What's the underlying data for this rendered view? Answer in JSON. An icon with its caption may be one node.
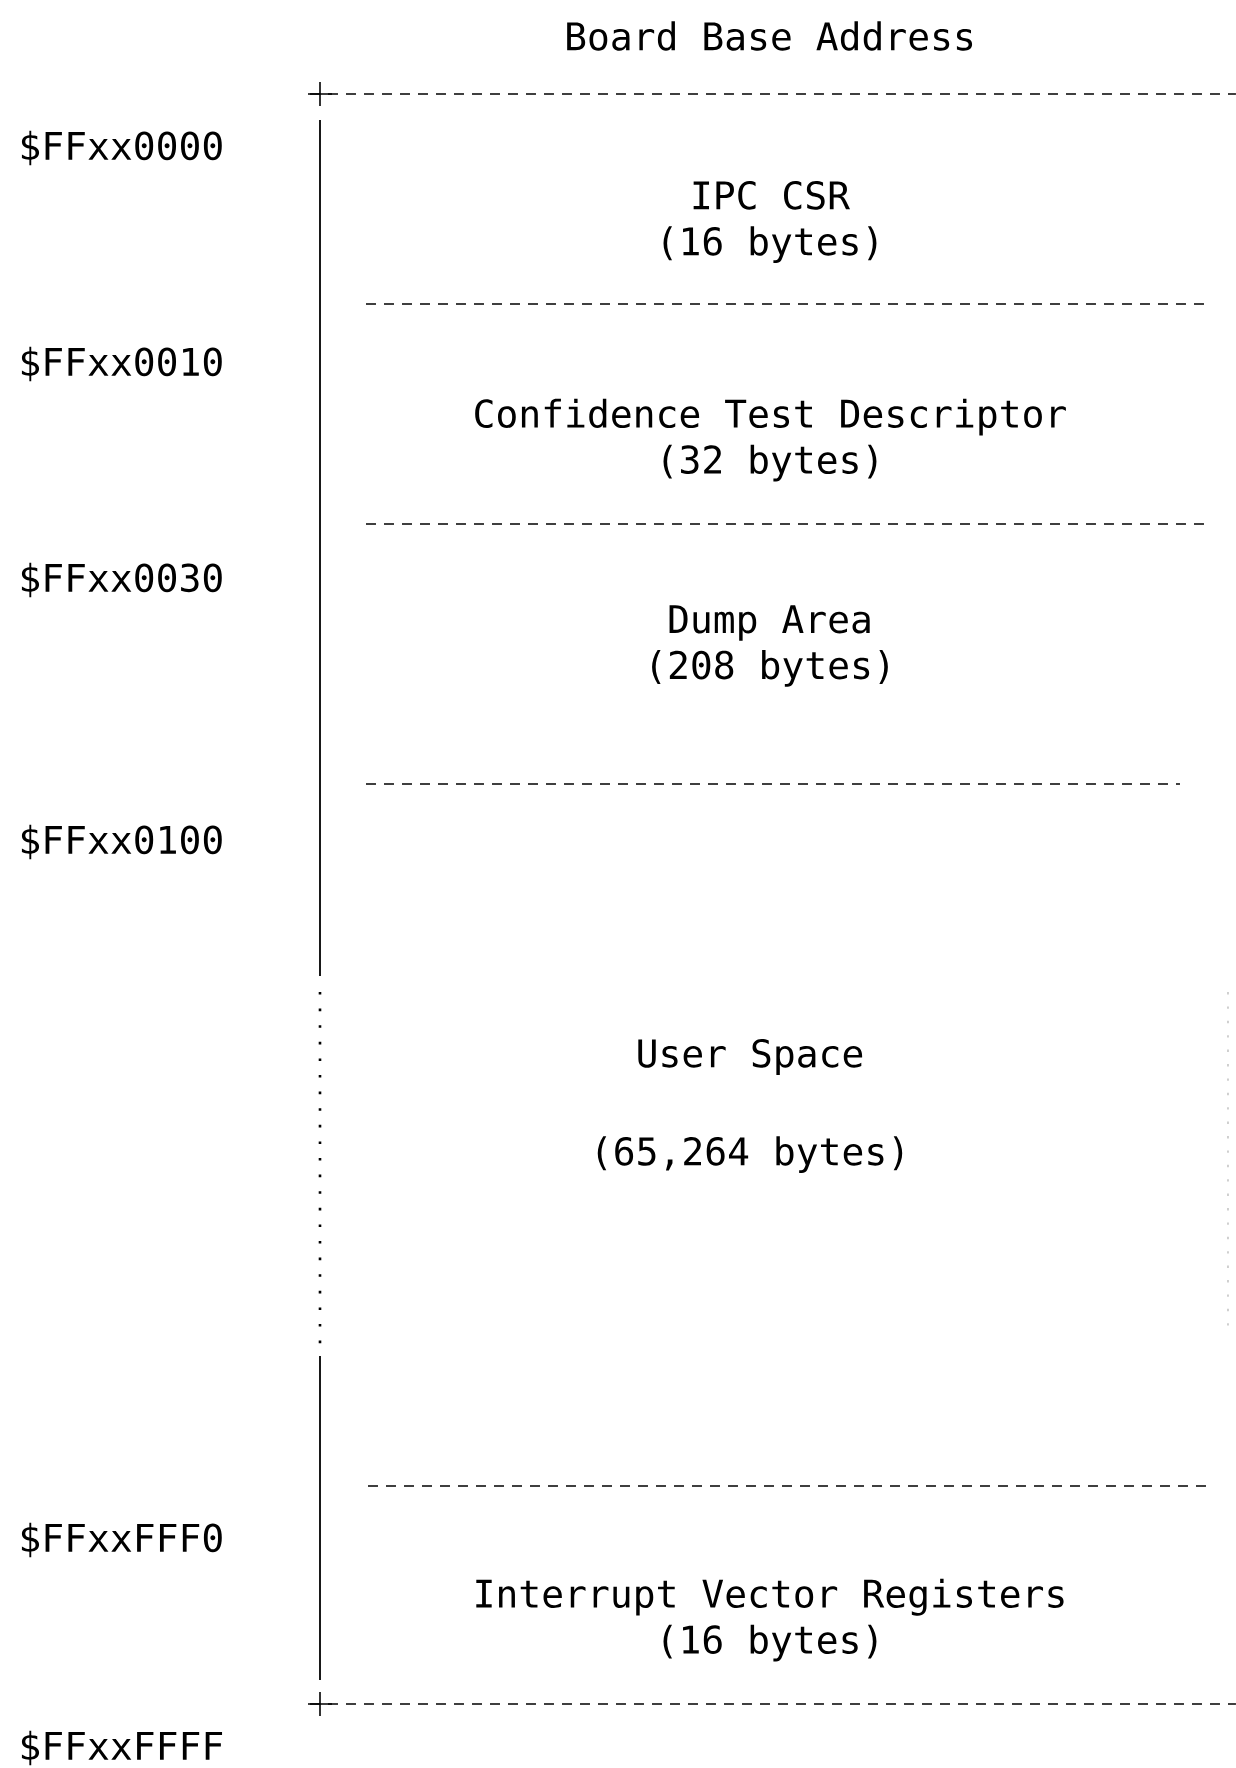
{
  "diagram": {
    "title": "Board Base Address",
    "nodes": [
      {
        "text": [
          "IPC CSR",
          "(16 bytes)"
        ]
      },
      {
        "text": [
          "Confidence Test Descriptor",
          "(32 bytes)"
        ]
      },
      {
        "text": [
          "Dump Area",
          "(208 bytes)"
        ]
      },
      {
        "text": [
          "User Space",
          "(65,264 bytes)"
        ]
      },
      {
        "text": [
          "Interrupt Vector Registers",
          "(16 bytes)"
        ]
      }
    ],
    "labels": [
      "$FFxx0000",
      "$FFxx0010",
      "$FFxx0030",
      "$FFxx0100",
      "$FFxxFFF0",
      "$FFxxFFFF"
    ]
  }
}
